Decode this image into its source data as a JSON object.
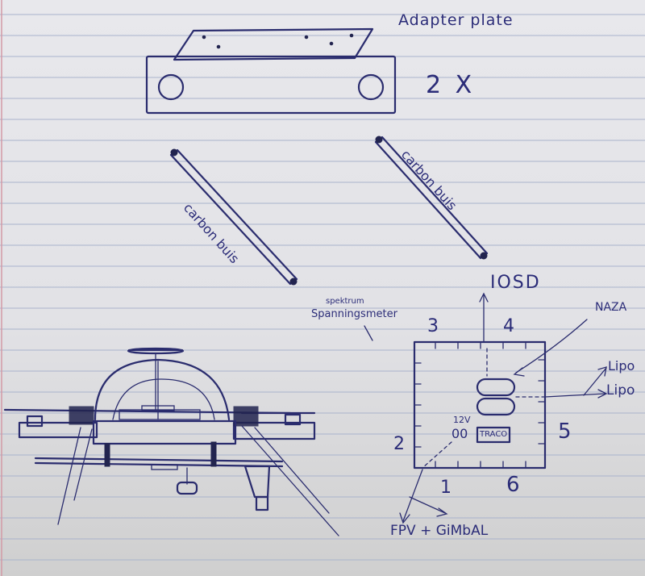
{
  "labels": {
    "adapter_plate": "Adapter plate",
    "quantity": "2 X",
    "carbon_tube_1": "carbon buis",
    "carbon_tube_2": "carbon buis",
    "spektrum": "spektrum",
    "spanningsmeter": "Spanningsmeter",
    "iosd": "IOSD",
    "naza": "NAZA",
    "lipo_upper": "Lipo",
    "lipo_lower": "Lipo",
    "twelve_v": "12V",
    "oo": "00",
    "traco": "TRACO",
    "corner_1": "1",
    "corner_2": "2",
    "corner_3": "3",
    "corner_4": "4",
    "corner_5": "5",
    "corner_6": "6",
    "fpv_gimbal": "FPV + GiMbAL"
  },
  "colors": {
    "ink": "#2a2c6e",
    "paper": "#e6e6ea",
    "rule_line": "#a9b3cc",
    "margin_line": "#d39aa6"
  }
}
